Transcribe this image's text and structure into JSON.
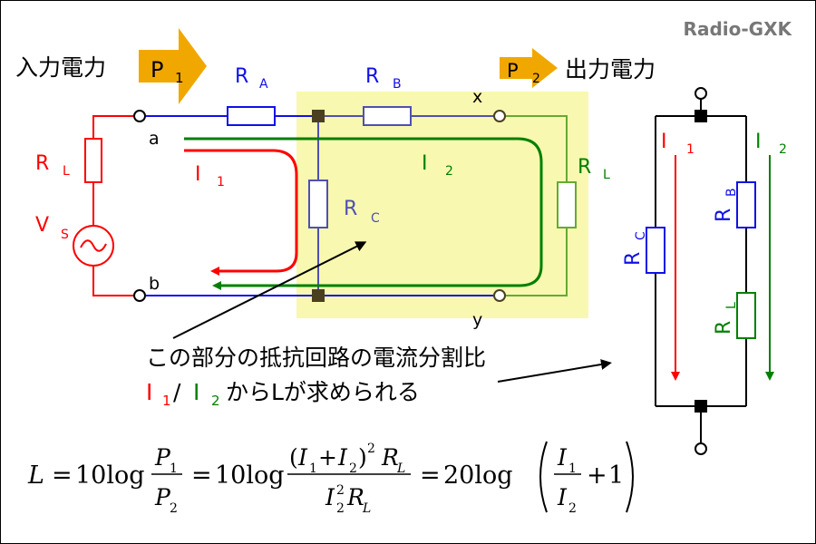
{
  "brand": "Radio-GXK",
  "power": {
    "input_label": "入力電力",
    "output_label": "出力電力",
    "p1": "P",
    "p1_sub": "1",
    "p2": "P",
    "p2_sub": "2"
  },
  "labels": {
    "RA": "R",
    "RA_sub": "A",
    "RB": "R",
    "RB_sub": "B",
    "RC": "R",
    "RC_sub": "C",
    "RL_src": "R",
    "RL_src_sub": "L",
    "RL_load": "R",
    "RL_load_sub": "L",
    "VS": "V",
    "VS_sub": "S",
    "I1": "I",
    "I1_sub": "1",
    "I2": "I",
    "I2_sub": "2",
    "node_a": "a",
    "node_b": "b",
    "node_x": "x",
    "node_y": "y"
  },
  "right_circuit": {
    "I1": "I",
    "I1_sub": "1",
    "I2": "I",
    "I2_sub": "2",
    "RB": "R",
    "RB_sub": "B",
    "RC": "R",
    "RC_sub": "C",
    "RL": "R",
    "RL_sub": "L"
  },
  "annotation": {
    "line1": "この部分の抵抗回路の電流分割比",
    "i1": "I",
    "i1_sub": "1",
    "slash": "/",
    "i2": "I",
    "i2_sub": "2",
    "rest": "からLが求められる"
  },
  "formula": {
    "lhs": "L",
    "eq": "=",
    "ten_log": "10log",
    "P": "P",
    "one": "1",
    "two": "2",
    "I": "I",
    "R": "R",
    "L_sub": "L",
    "plus": "+",
    "twenty_log": "20log"
  },
  "colors": {
    "red": "#ff0000",
    "blue": "#1010e8",
    "green": "#008000",
    "purple": "#5050b0",
    "highlight": "#f8f8b0",
    "arrow_gold": "#f0a800",
    "node_brown": "#4a4020",
    "light_green": "#66aa33"
  }
}
